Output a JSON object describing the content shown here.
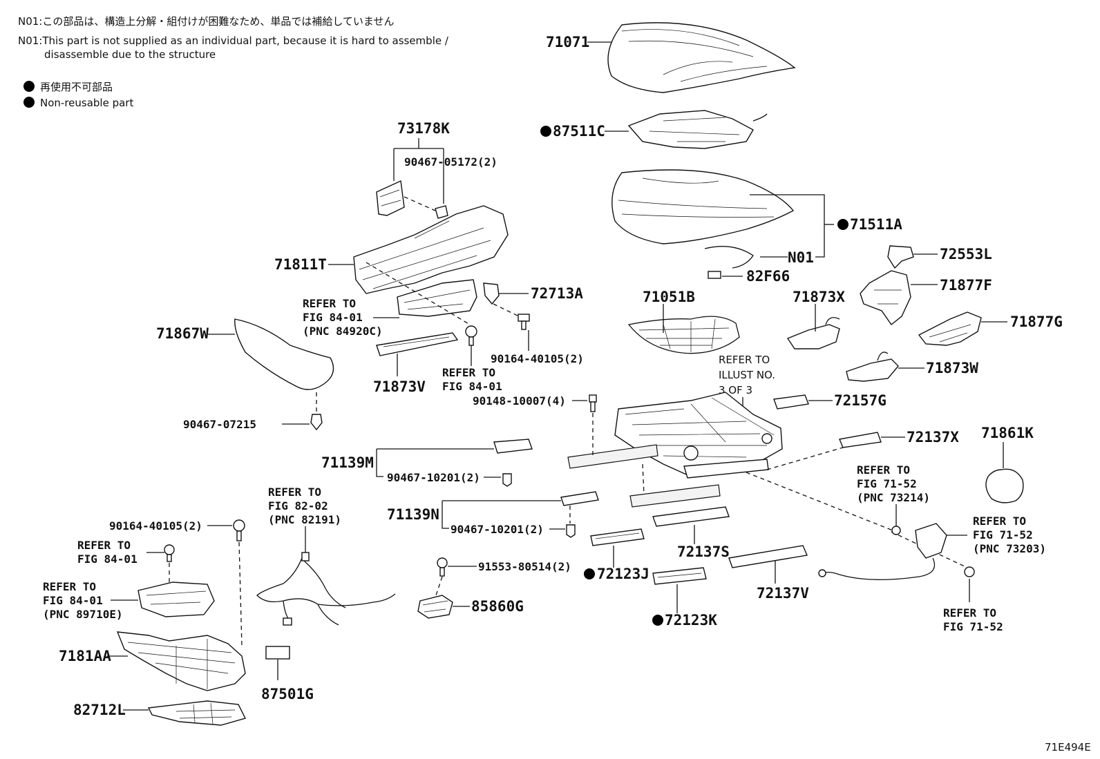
{
  "notes": {
    "n01_ja": "N01:この部品は、構造上分解・組付けが困難なため、単品では補給していません",
    "n01_en_line1": "N01:This part is not supplied as an individual part, because it is hard to assemble /",
    "n01_en_line2": "disassemble due to the structure",
    "legend_ja": "再使用不可部品",
    "legend_en": "Non-reusable part"
  },
  "parts": {
    "p71071": "71071",
    "p87511C": "87511C",
    "p71511A": "71511A",
    "pN01": "N01",
    "p82F66": "82F66",
    "p72553L": "72553L",
    "p71877F": "71877F",
    "p71877G": "71877G",
    "p71873X": "71873X",
    "p71051B": "71051B",
    "p71873W": "71873W",
    "p72157G": "72157G",
    "p72137X": "72137X",
    "p71861K": "71861K",
    "p73178K": "73178K",
    "p90467_05172": "90467-05172(2)",
    "p71811T": "71811T",
    "p72713A": "72713A",
    "p71867W": "71867W",
    "p90164_40105a": "90164-40105(2)",
    "p71873V": "71873V",
    "p90148_10007": "90148-10007(4)",
    "p90467_07215": "90467-07215",
    "p71139M": "71139M",
    "p90467_10201a": "90467-10201(2)",
    "p71139N": "71139N",
    "p90467_10201b": "90467-10201(2)",
    "p90164_40105b": "90164-40105(2)",
    "p72137S": "72137S",
    "p72123J": "72123J",
    "p72137V": "72137V",
    "p72123K": "72123K",
    "p91553_80514": "91553-80514(2)",
    "p85860G": "85860G",
    "p7181AA": "7181AA",
    "p87501G": "87501G",
    "p82712L": "82712L",
    "figure_code": "71E494E"
  },
  "refs": {
    "r_84920c": [
      "REFER TO",
      "FIG 84-01",
      "(PNC 84920C)"
    ],
    "r_84_01_a": [
      "REFER TO",
      "FIG 84-01"
    ],
    "r_illust": [
      "REFER TO",
      "ILLUST NO.",
      "3 OF 3"
    ],
    "r_73214": [
      "REFER TO",
      "FIG 71-52",
      "(PNC 73214)"
    ],
    "r_73203": [
      "REFER TO",
      "FIG 71-52",
      "(PNC 73203)"
    ],
    "r_71_52": [
      "REFER TO",
      "FIG 71-52"
    ],
    "r_82191": [
      "REFER TO",
      "FIG 82-02",
      "(PNC 82191)"
    ],
    "r_84_01_b": [
      "REFER TO",
      "FIG 84-01"
    ],
    "r_89710e": [
      "REFER TO",
      "FIG 84-01",
      "(PNC 89710E)"
    ]
  }
}
